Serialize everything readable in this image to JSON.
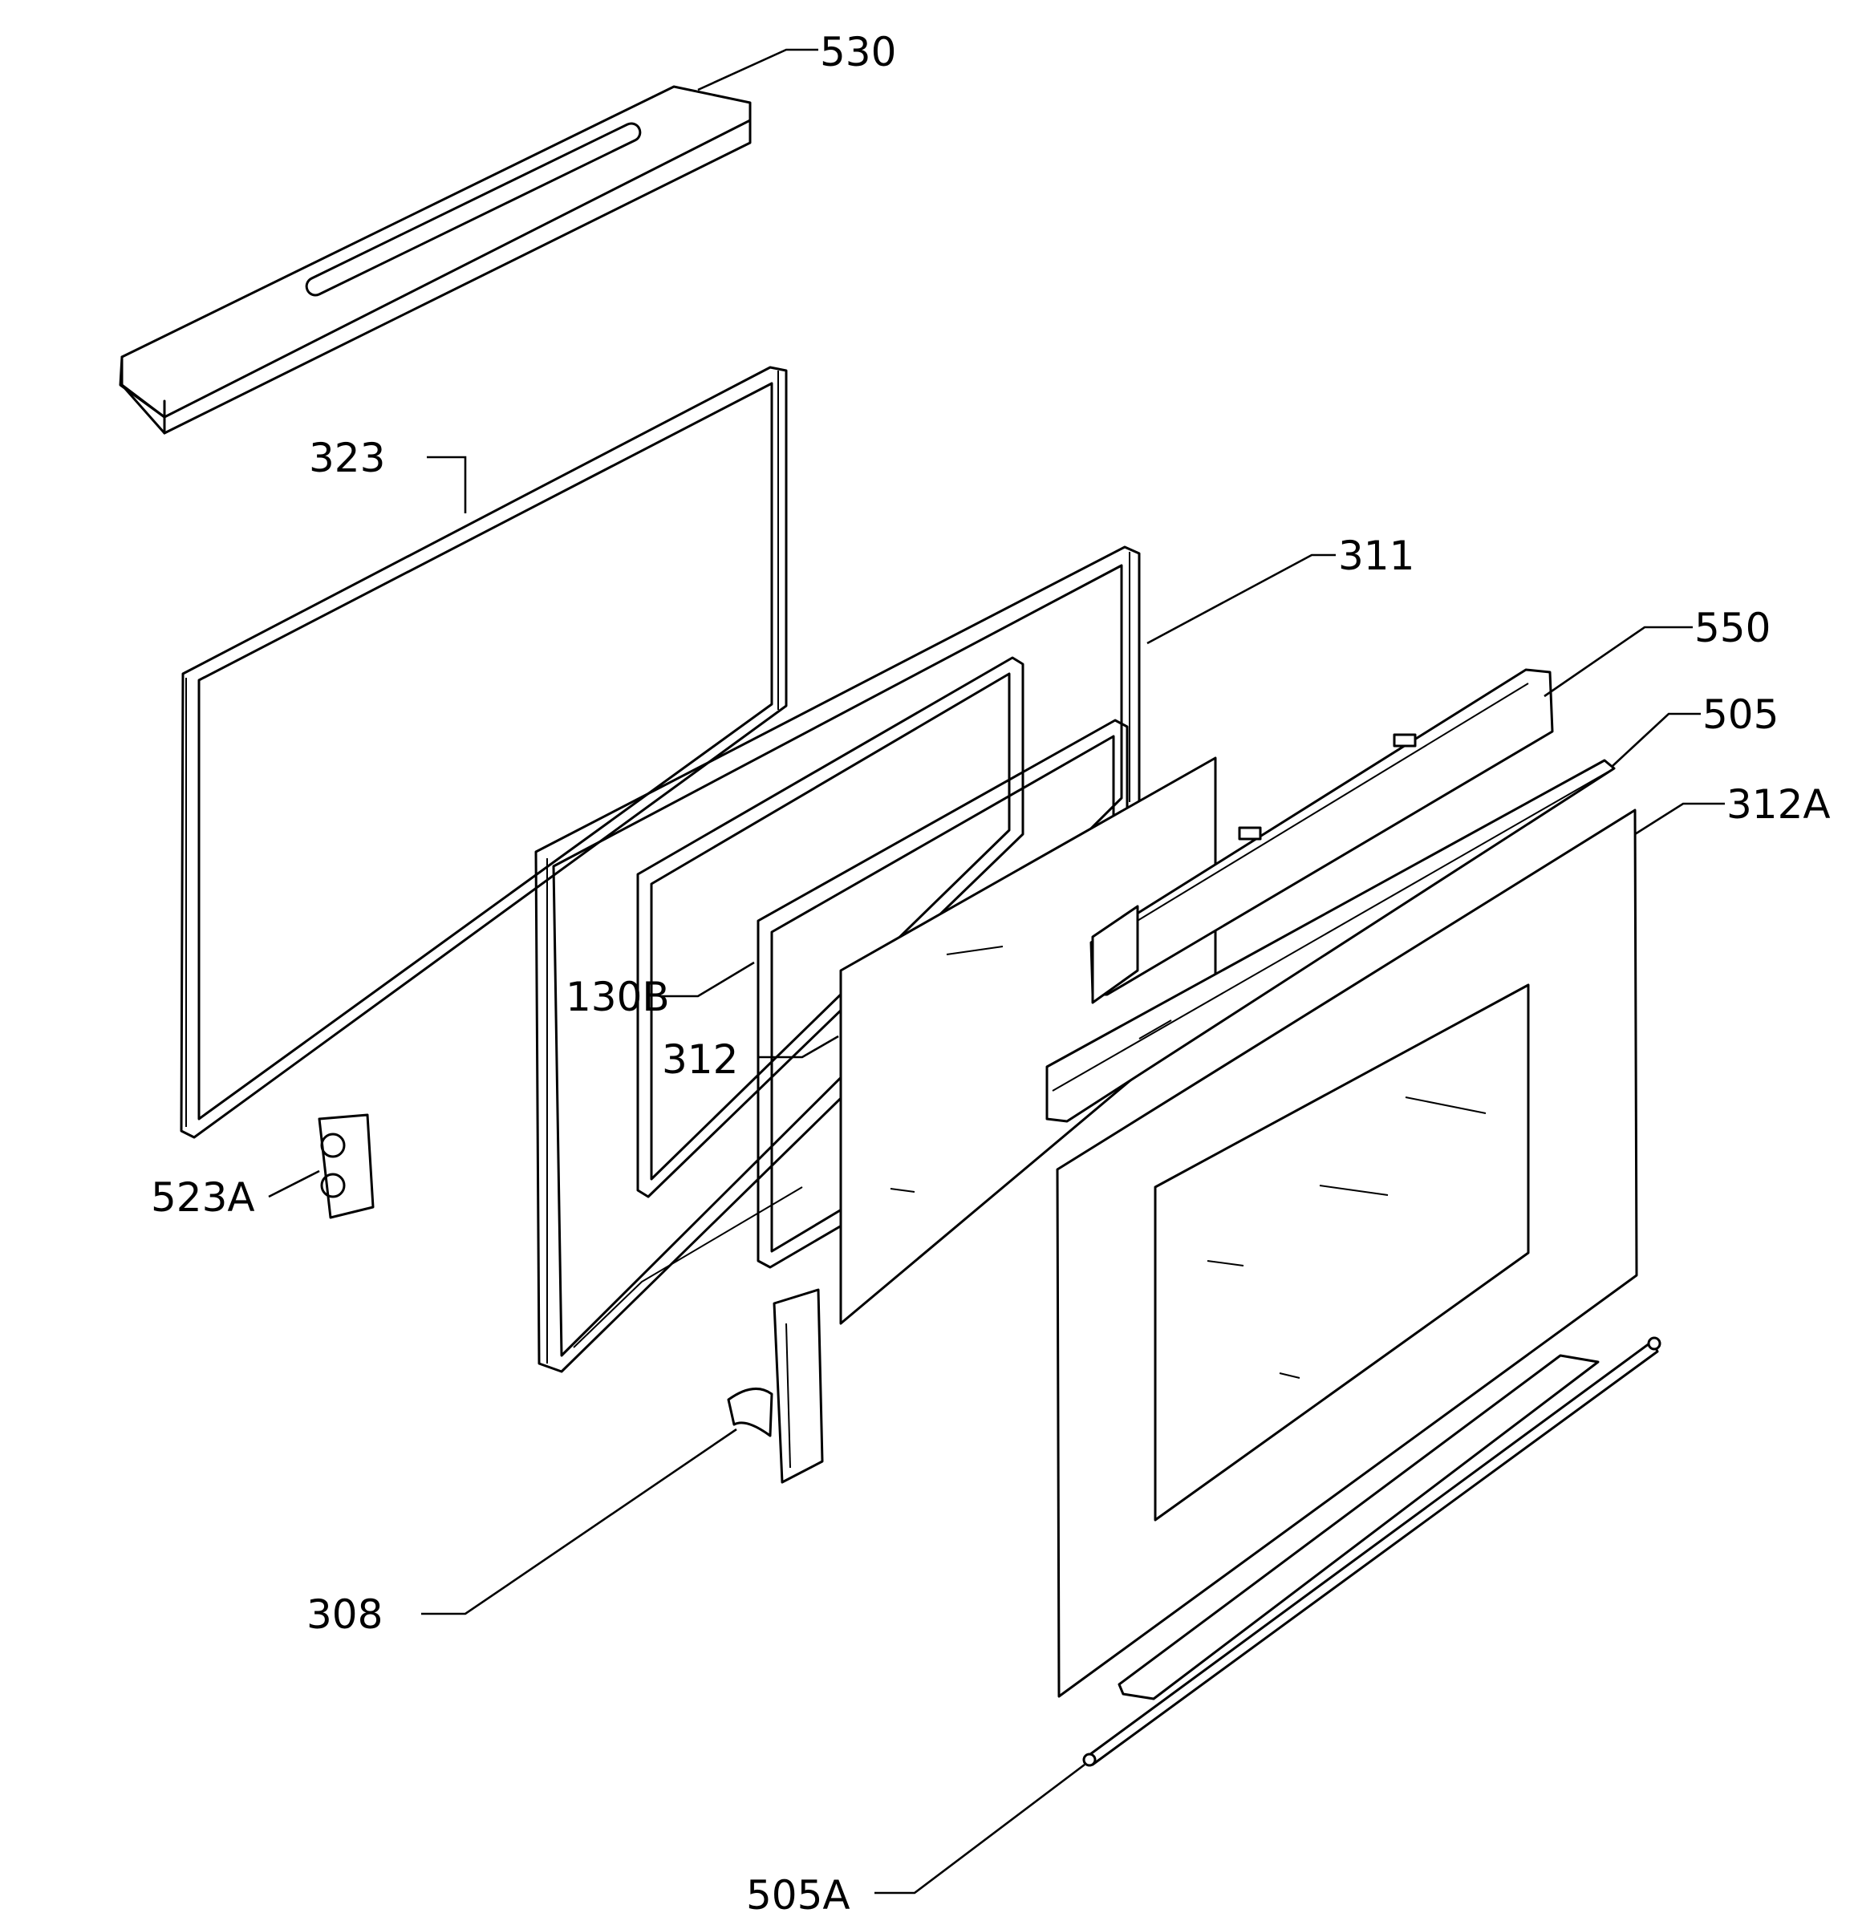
{
  "callouts": {
    "c530": "530",
    "c323": "323",
    "c311": "311",
    "c550": "550",
    "c505": "505",
    "c312A": "312A",
    "c130B": "130B",
    "c312": "312",
    "c523A": "523A",
    "c308": "308",
    "c505A": "505A"
  }
}
